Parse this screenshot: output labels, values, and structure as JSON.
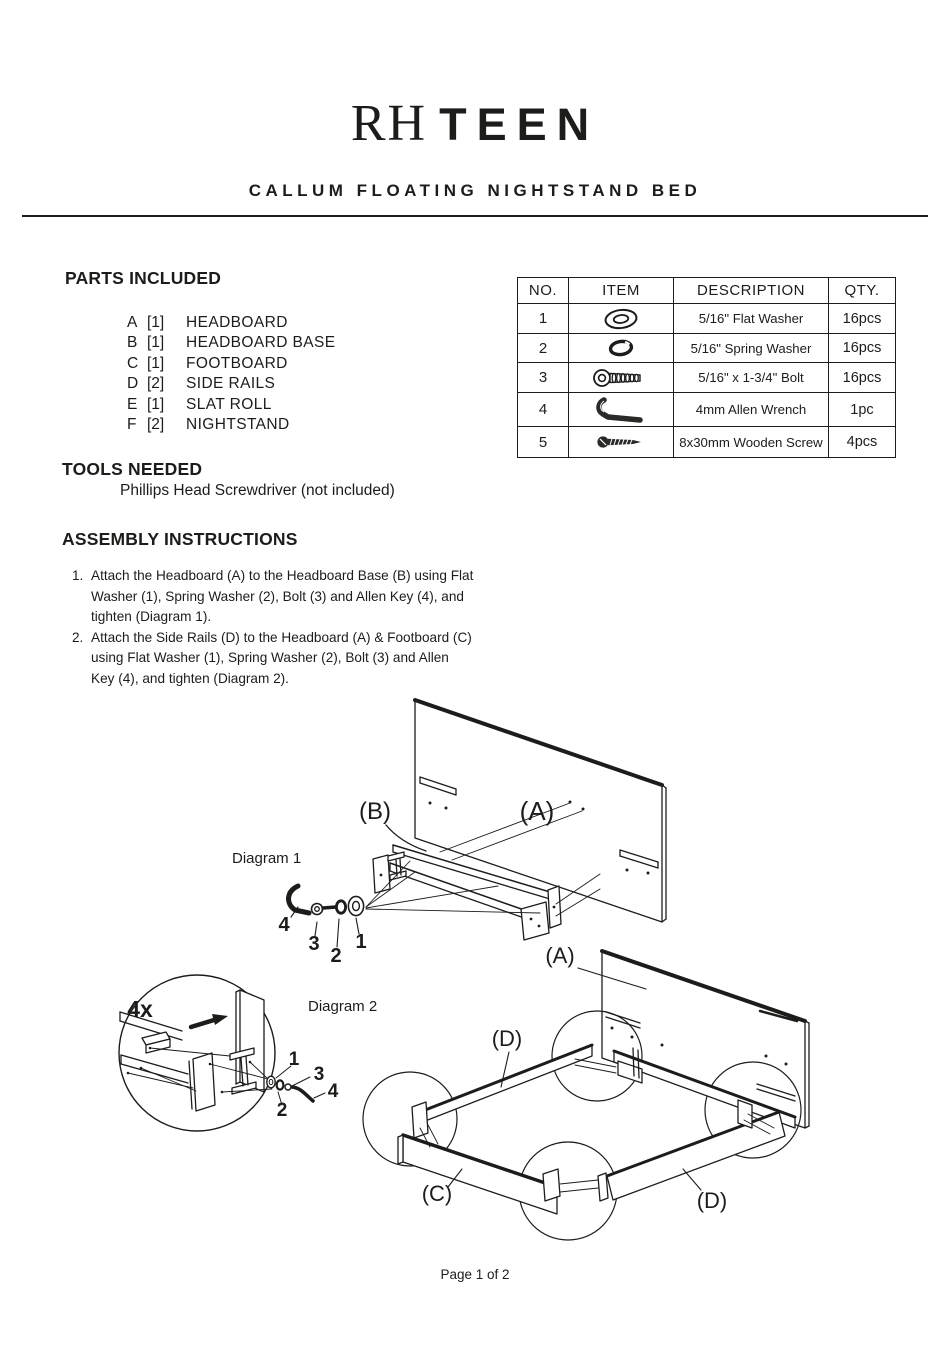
{
  "header": {
    "brand_serif": "RH",
    "brand_sans": "TEEN",
    "product_title": "CALLUM FLOATING NIGHTSTAND BED"
  },
  "parts_included": {
    "heading": "PARTS INCLUDED",
    "items": [
      {
        "letter": "A",
        "qty": "[1]",
        "name": "HEADBOARD"
      },
      {
        "letter": "B",
        "qty": "[1]",
        "name": "HEADBOARD BASE"
      },
      {
        "letter": "C",
        "qty": "[1]",
        "name": "FOOTBOARD"
      },
      {
        "letter": "D",
        "qty": "[2]",
        "name": "SIDE RAILS"
      },
      {
        "letter": "E",
        "qty": "[1]",
        "name": "SLAT ROLL"
      },
      {
        "letter": "F",
        "qty": "[2]",
        "name": "NIGHTSTAND"
      }
    ]
  },
  "parts_table": {
    "headers": {
      "no": "NO.",
      "item": "ITEM",
      "description": "DESCRIPTION",
      "qty": "QTY."
    },
    "rows": [
      {
        "no": "1",
        "icon": "flat-washer-icon",
        "description": "5/16\"  Flat Washer",
        "qty": "16pcs"
      },
      {
        "no": "2",
        "icon": "spring-washer-icon",
        "description": "5/16\"  Spring Washer",
        "qty": "16pcs"
      },
      {
        "no": "3",
        "icon": "bolt-icon",
        "description": "5/16\" x 1-3/4\"  Bolt",
        "qty": "16pcs"
      },
      {
        "no": "4",
        "icon": "allen-wrench-icon",
        "description": "4mm  Allen Wrench",
        "qty": "1pc"
      },
      {
        "no": "5",
        "icon": "wooden-screw-icon",
        "description": "8x30mm Wooden Screw",
        "qty": "4pcs"
      }
    ]
  },
  "tools_needed": {
    "heading": "TOOLS NEEDED",
    "body": "Phillips Head Screwdriver (not included)"
  },
  "assembly": {
    "heading": "ASSEMBLY INSTRUCTIONS",
    "steps": [
      {
        "number": "1.",
        "text": "Attach the Headboard (A) to the Headboard Base (B) using Flat Washer (1), Spring Washer (2), Bolt (3) and Allen Key (4), and tighten (Diagram 1)."
      },
      {
        "number": "2.",
        "text": "Attach the Side Rails (D) to the Headboard (A) & Footboard (C) using Flat Washer (1), Spring Washer (2), Bolt (3) and Allen Key (4), and tighten (Diagram 2)."
      }
    ]
  },
  "diagram1": {
    "title": "Diagram 1",
    "labels": {
      "headboard": "(A)",
      "headboard_base": "(B)",
      "flat_washer": "1",
      "spring_washer": "2",
      "bolt": "3",
      "allen_wrench": "4"
    }
  },
  "diagram2": {
    "title": "Diagram 2",
    "multiplier": "4x",
    "labels": {
      "headboard": "(A)",
      "footboard": "(C)",
      "side_rail_left": "(D)",
      "side_rail_right": "(D)",
      "flat_washer": "1",
      "spring_washer": "2",
      "bolt": "3",
      "allen_wrench": "4"
    }
  },
  "page": {
    "footer": "Page 1 of 2"
  },
  "colors": {
    "ink": "#1c1c1a",
    "background": "#ffffff"
  }
}
